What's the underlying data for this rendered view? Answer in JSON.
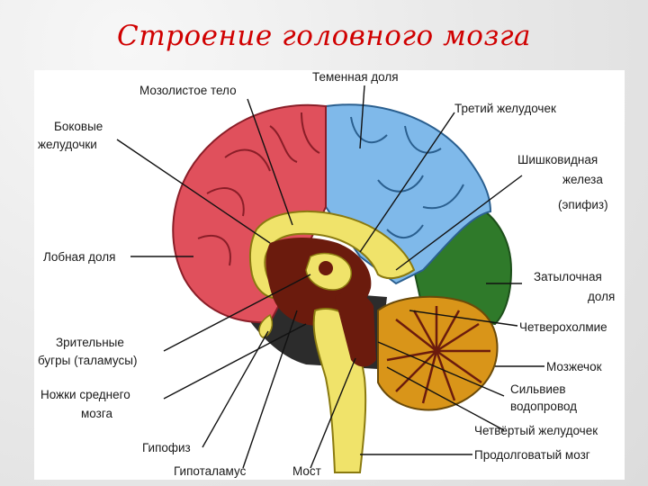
{
  "title": "Строение головного мозга",
  "colors": {
    "frontal": "#e0505c",
    "parietal": "#7fb9ea",
    "occipital": "#2f7a2a",
    "corpus": "#f0e36a",
    "core": "#6b1b0d",
    "cerebellum": "#d99519",
    "brainstem": "#f0e36a",
    "dark": "#2c2c2c",
    "line": "#111111"
  },
  "labels": {
    "corpus_callosum": "Мозолистое тело",
    "parietal_lobe": "Теменная доля",
    "third_ventricle": "Третий желудочек",
    "lateral_ventricles_1": "Боковые",
    "lateral_ventricles_2": "желудочки",
    "pineal_1": "Шишковидная",
    "pineal_2": "железа",
    "pineal_3": "(эпифиз)",
    "frontal_lobe": "Лобная доля",
    "occipital_1": "Затылочная",
    "occipital_2": "доля",
    "quadrigemina": "Четверохолмие",
    "thalamus_1": "Зрительные",
    "thalamus_2": "бугры (таламусы)",
    "cerebellum": "Мозжечок",
    "peduncles_1": "Ножки среднего",
    "peduncles_2": "мозга",
    "aqueduct_1": "Сильвиев",
    "aqueduct_2": "водопровод",
    "fourth_ventricle": "Четвёртый желудочек",
    "pituitary": "Гипофиз",
    "medulla": "Продолговатый мозг",
    "hypothalamus": "Гипоталамус",
    "pons": "Мост"
  }
}
